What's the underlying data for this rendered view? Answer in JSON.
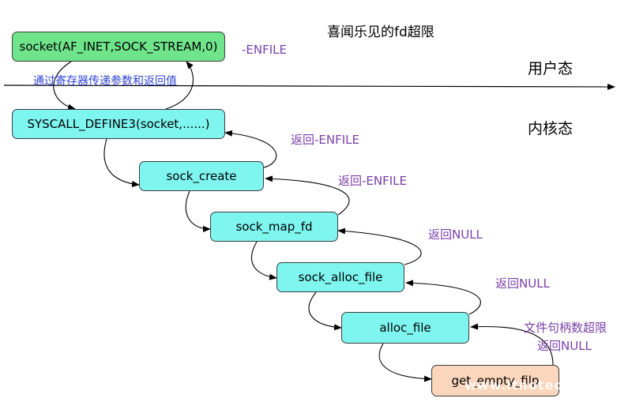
{
  "title": "喜闻乐见的fd超限",
  "regions": {
    "user": "用户态",
    "kernel": "内核态"
  },
  "boxes": [
    {
      "id": "socket",
      "label": "socket(AF_INET,SOCK_STREAM,0)",
      "color": "#6fe48a"
    },
    {
      "id": "syscall",
      "label": "SYSCALL_DEFINE3(socket,......)",
      "color": "#7ff5f0"
    },
    {
      "id": "sock_create",
      "label": "sock_create",
      "color": "#7ff5f0"
    },
    {
      "id": "sock_map_fd",
      "label": "sock_map_fd",
      "color": "#7ff5f0"
    },
    {
      "id": "sock_alloc_file",
      "label": "sock_alloc_file",
      "color": "#7ff5f0"
    },
    {
      "id": "alloc_file",
      "label": "alloc_file",
      "color": "#7ff5f0"
    },
    {
      "id": "get_empty_filp",
      "label": "get_empty_filp",
      "color": "#fad6bd"
    }
  ],
  "labels": {
    "enfile": "-ENFILE",
    "registers": "通过寄存器传递参数和返回值",
    "ret_enfile_1": "返回-ENFILE",
    "ret_enfile_2": "返回-ENFILE",
    "ret_null_1": "返回NULL",
    "ret_null_2": "返回NULL",
    "fd_limit_line1": "文件句柄数超限",
    "fd_limit_line2": "返回NULL"
  },
  "watermark": "www.itnoteque"
}
